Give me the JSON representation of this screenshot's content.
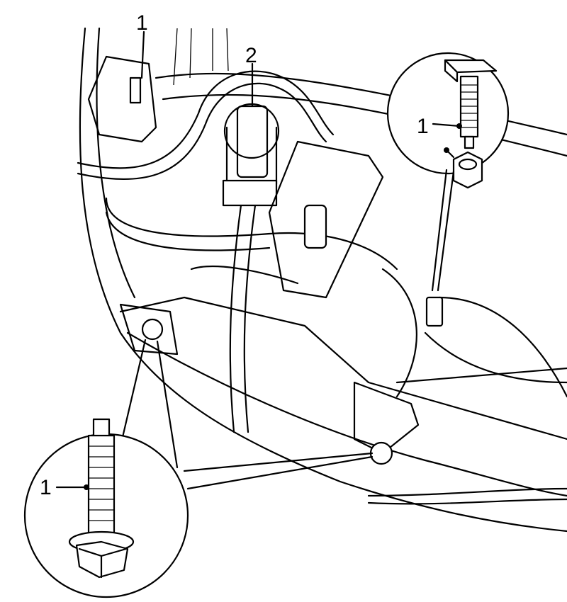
{
  "diagram": {
    "callouts": [
      {
        "id": "bolt-top",
        "label": "1"
      },
      {
        "id": "connector",
        "label": "2"
      },
      {
        "id": "bolt-detail-right",
        "label": "1"
      },
      {
        "id": "bolt-detail-left",
        "label": "1"
      }
    ],
    "colors": {
      "line": "#000000",
      "background": "#ffffff"
    }
  }
}
